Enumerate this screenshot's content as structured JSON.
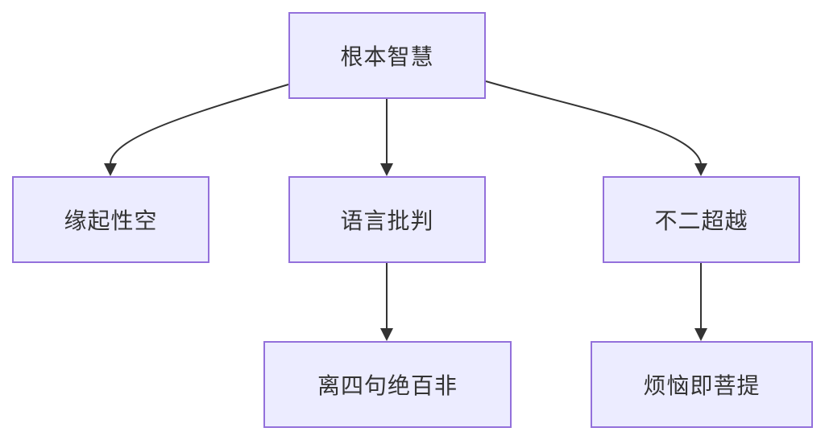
{
  "nodes": {
    "root": "根本智慧",
    "dependent_origination": "缘起性空",
    "language_critique": "语言批判",
    "non_duality": "不二超越",
    "tetralemma": "离四句绝百非",
    "afflictions_bodhi": "烦恼即菩提"
  },
  "edges": [
    {
      "from": "root",
      "to": "dependent_origination"
    },
    {
      "from": "root",
      "to": "language_critique"
    },
    {
      "from": "root",
      "to": "non_duality"
    },
    {
      "from": "language_critique",
      "to": "tetralemma"
    },
    {
      "from": "non_duality",
      "to": "afflictions_bodhi"
    }
  ],
  "colors": {
    "node_fill": "#ececff",
    "node_border": "#9370db",
    "edge": "#333333",
    "text": "#333333"
  }
}
